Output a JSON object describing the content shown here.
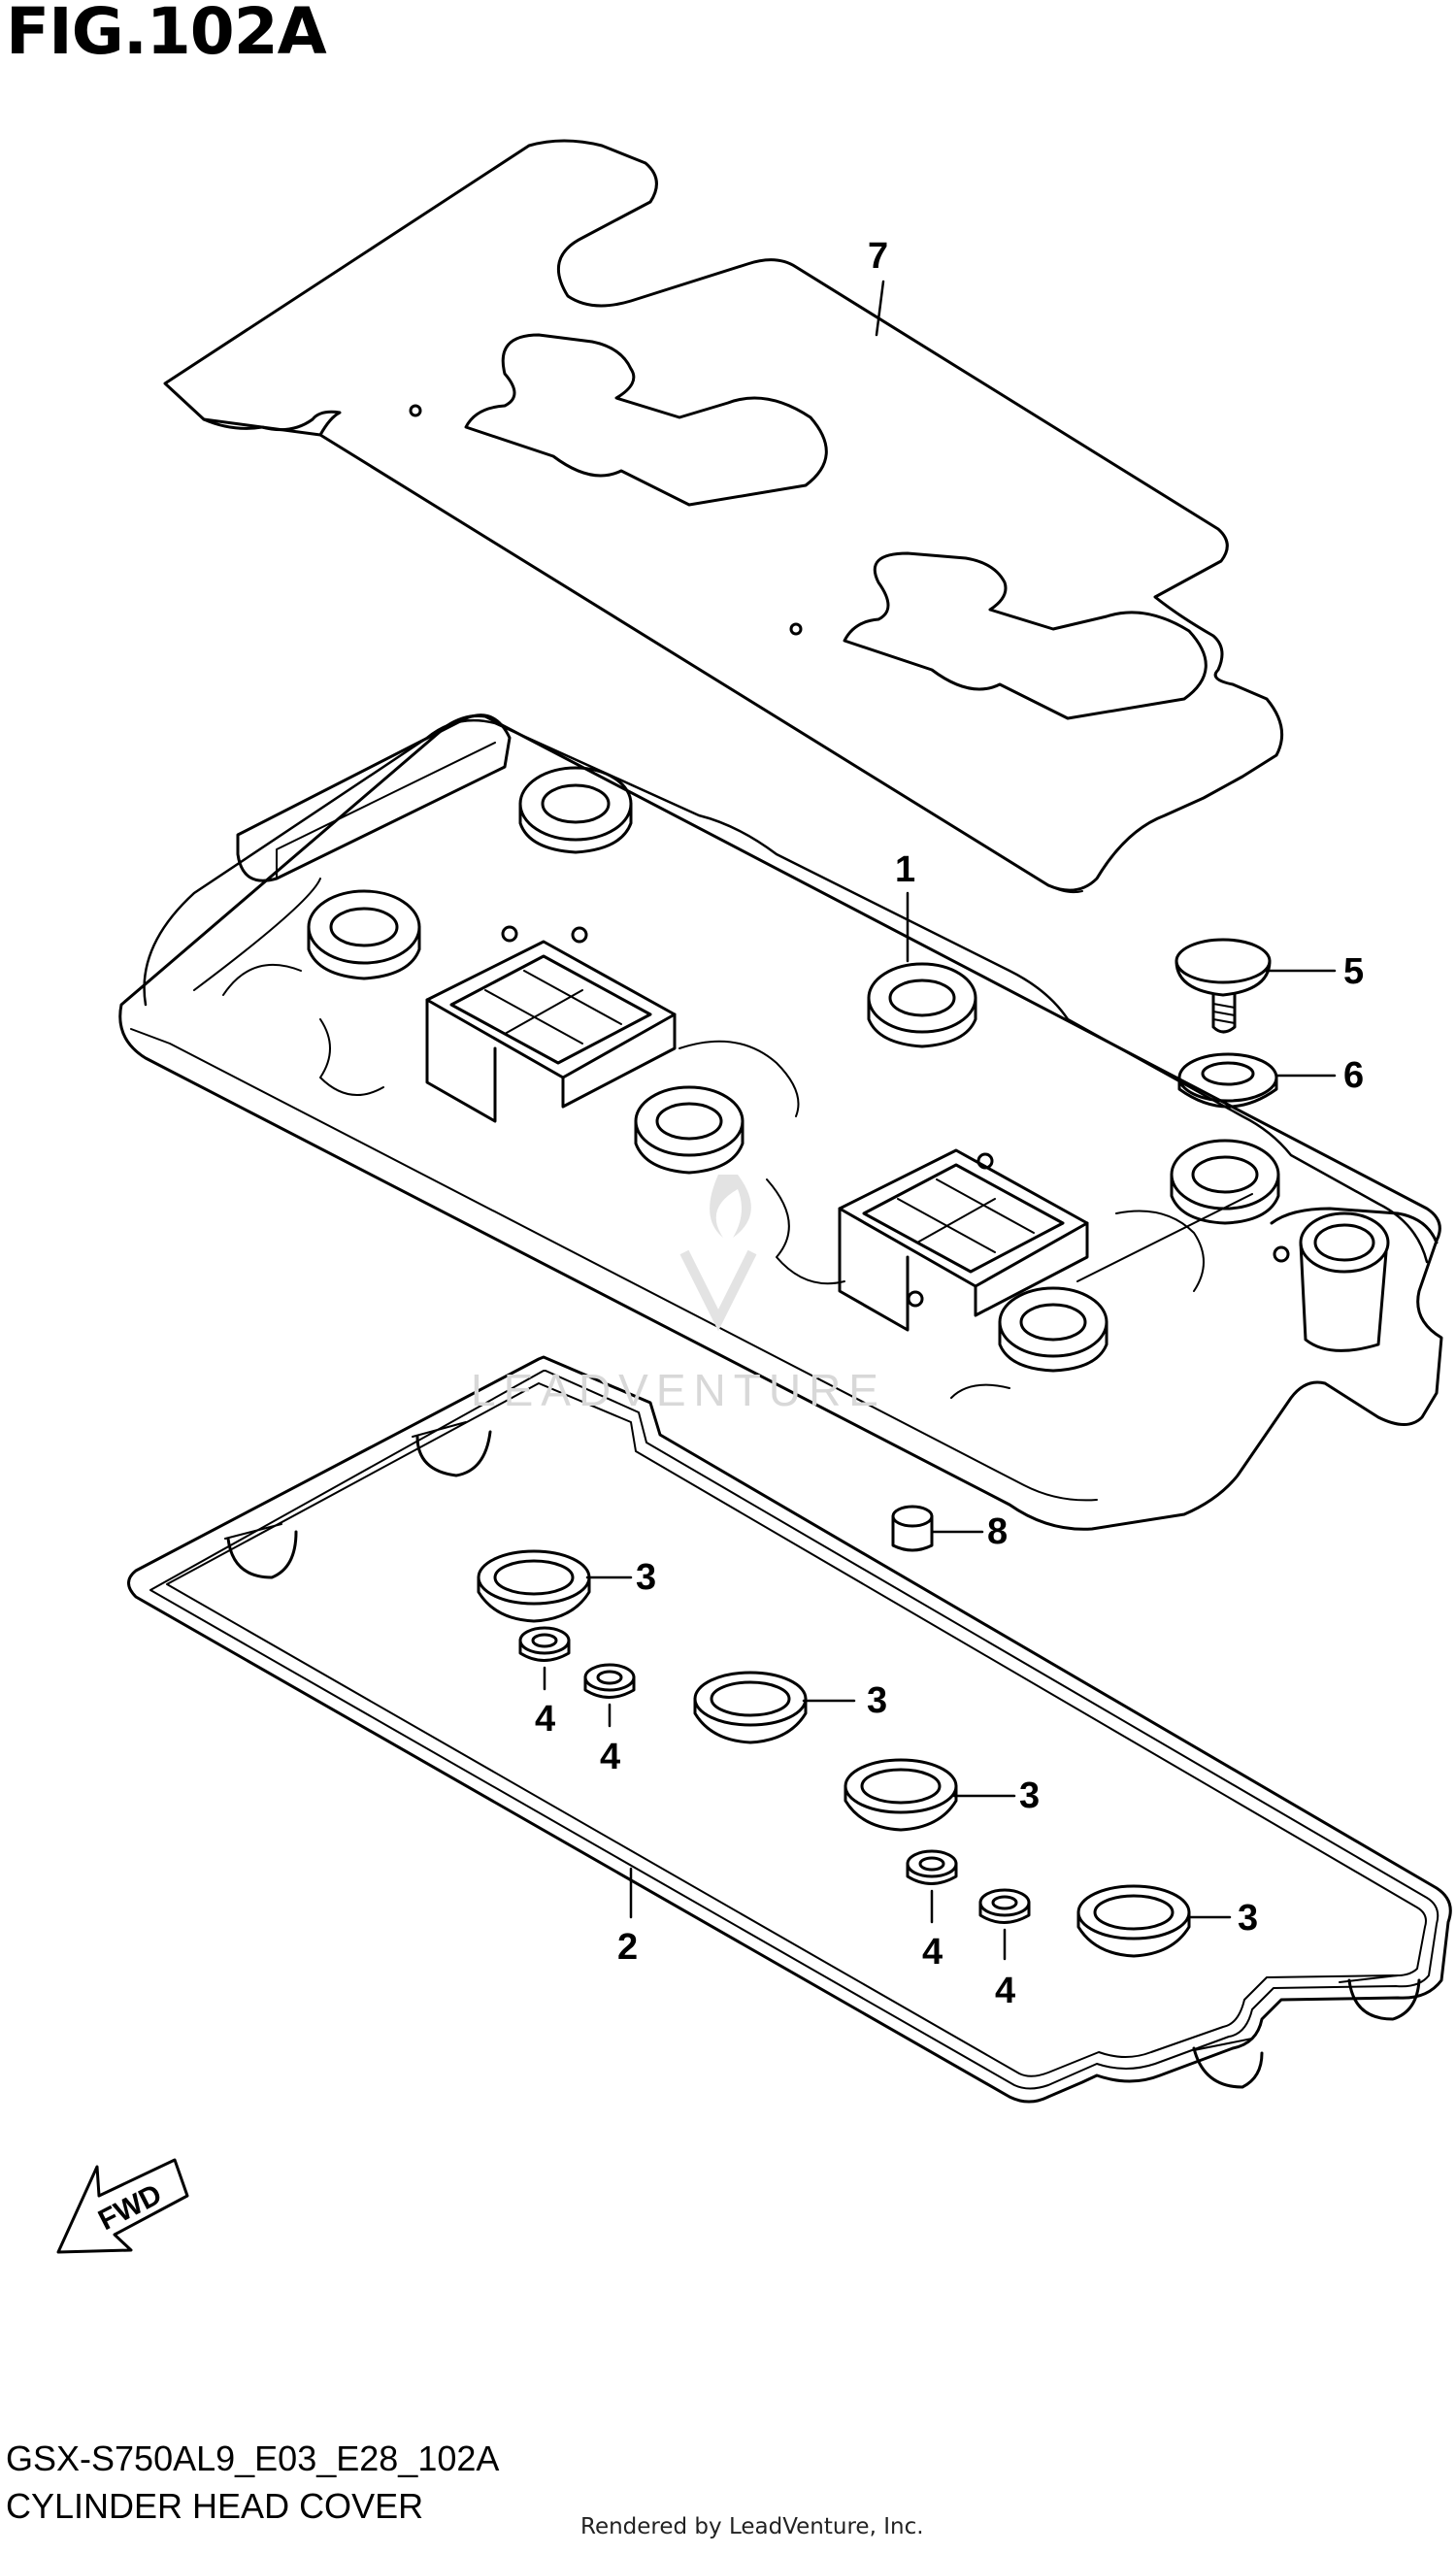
{
  "figure": {
    "title": "FIG.102A",
    "model_code": "GSX-S750AL9_E03_E28_102A",
    "name": "CYLINDER HEAD COVER"
  },
  "credit": "Rendered by LeadVenture, Inc.",
  "watermark": "LEADVENTURE",
  "direction_label": "FWD",
  "callouts": {
    "p1": "1",
    "p2": "2",
    "p3a": "3",
    "p3b": "3",
    "p3c": "3",
    "p3d": "3",
    "p4a": "4",
    "p4b": "4",
    "p4c": "4",
    "p4d": "4",
    "p5": "5",
    "p6": "6",
    "p7": "7",
    "p8": "8"
  },
  "colors": {
    "line": "#000000",
    "background": "#ffffff",
    "watermark": "#d8d8d8"
  }
}
